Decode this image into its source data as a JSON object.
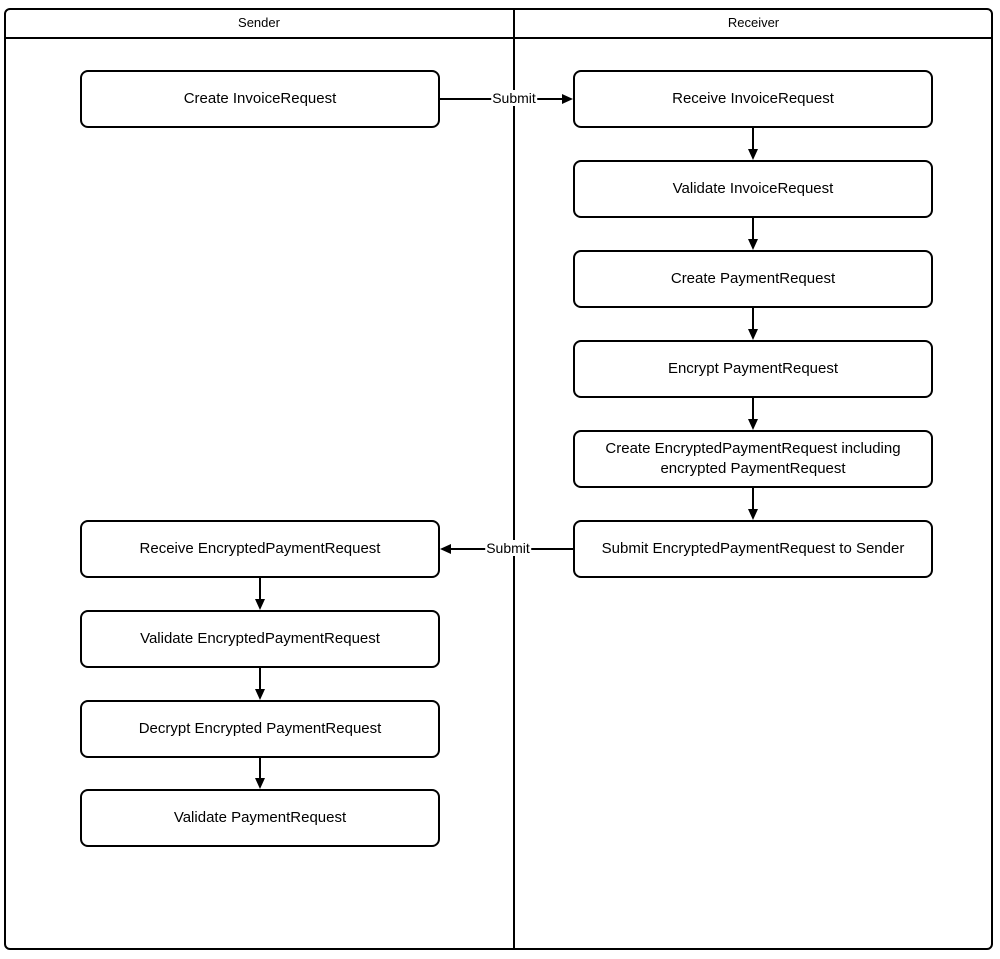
{
  "lanes": {
    "sender": {
      "label": "Sender"
    },
    "receiver": {
      "label": "Receiver"
    }
  },
  "sender_lane": {
    "nodes": [
      {
        "label": "Create InvoiceRequest"
      },
      {
        "label": "Receive EncryptedPaymentRequest"
      },
      {
        "label": "Validate EncryptedPaymentRequest"
      },
      {
        "label": "Decrypt Encrypted PaymentRequest"
      },
      {
        "label": "Validate PaymentRequest"
      }
    ]
  },
  "receiver_lane": {
    "nodes": [
      {
        "label": "Receive InvoiceRequest"
      },
      {
        "label": "Validate InvoiceRequest"
      },
      {
        "label": "Create PaymentRequest"
      },
      {
        "label": "Encrypt PaymentRequest"
      },
      {
        "label": "Create EncryptedPaymentRequest including encrypted PaymentRequest"
      },
      {
        "label": "Submit EncryptedPaymentRequest to Sender"
      }
    ]
  },
  "edges": {
    "submit_to_receiver": {
      "label": "Submit"
    },
    "submit_to_sender": {
      "label": "Submit"
    }
  },
  "colors": {
    "stroke": "#000000",
    "background": "#ffffff"
  }
}
